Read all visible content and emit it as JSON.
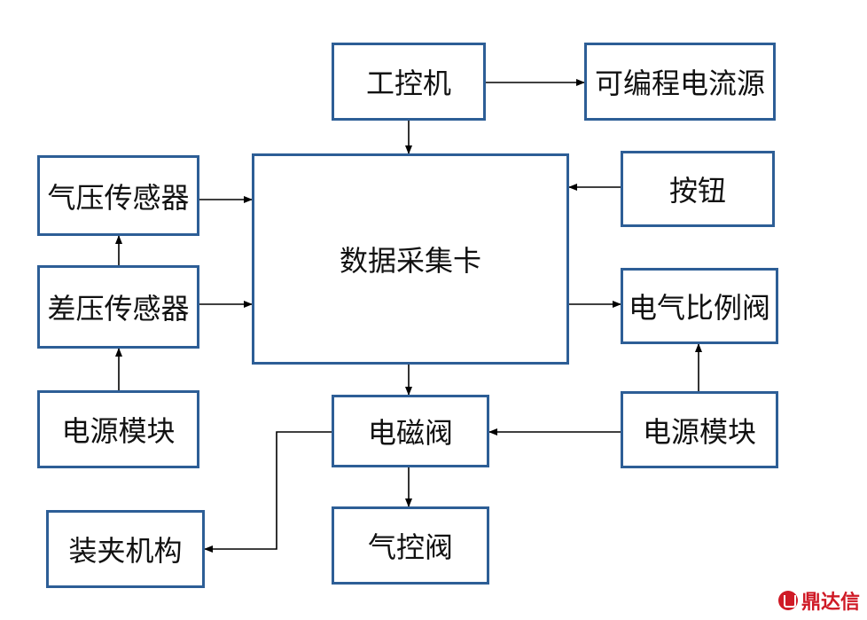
{
  "nodes": {
    "ipc": "工控机",
    "prog_current_source": "可编程电流源",
    "daq_card": "数据采集卡",
    "button": "按钮",
    "pressure_sensor": "气压传感器",
    "diff_pressure_sensor": "差压传感器",
    "power_module_left": "电源模块",
    "prop_valve": "电气比例阀",
    "solenoid_valve": "电磁阀",
    "power_module_right": "电源模块",
    "clamp_mechanism": "装夹机构",
    "pneumatic_valve": "气控阀"
  },
  "edges": [
    {
      "from": "ipc",
      "to": "prog_current_source"
    },
    {
      "from": "ipc",
      "to": "daq_card"
    },
    {
      "from": "button",
      "to": "daq_card"
    },
    {
      "from": "pressure_sensor",
      "to": "daq_card"
    },
    {
      "from": "diff_pressure_sensor",
      "to": "daq_card"
    },
    {
      "from": "diff_pressure_sensor",
      "to": "pressure_sensor"
    },
    {
      "from": "power_module_left",
      "to": "diff_pressure_sensor"
    },
    {
      "from": "daq_card",
      "to": "prop_valve"
    },
    {
      "from": "daq_card",
      "to": "solenoid_valve"
    },
    {
      "from": "power_module_right",
      "to": "prop_valve"
    },
    {
      "from": "power_module_right",
      "to": "solenoid_valve"
    },
    {
      "from": "solenoid_valve",
      "to": "clamp_mechanism"
    },
    {
      "from": "solenoid_valve",
      "to": "pneumatic_valve"
    }
  ],
  "colors": {
    "box_border": "#2d5e96",
    "arrow": "#000000",
    "watermark": "#cf1a26"
  },
  "watermark": {
    "text": "鼎达信",
    "icon": "watermark-logo-icon"
  }
}
